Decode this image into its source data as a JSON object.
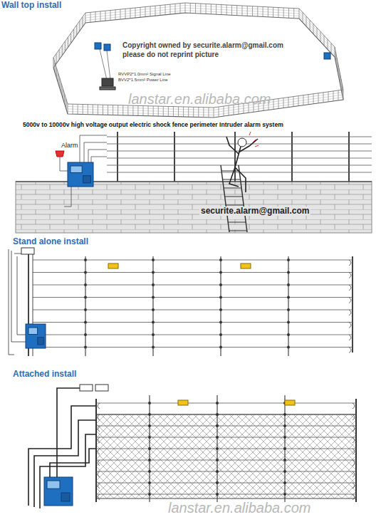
{
  "diagram": {
    "labels": [
      "Wall top install",
      "Copyright owned by securite.alarm@gmail.com",
      "please do not reprint picture",
      "RVVP2*1.0mm² Signal Line",
      "BVV2*1.5mm² Power Line",
      "lanstar.en.alibaba.com",
      "5000v to 10000v high voltage output electric shock fence perimeter Intruder alarm system",
      "Alarm",
      "securite.alarm@gmail.com",
      "Stand alone install",
      "Attached install",
      "lanstar.en.alibaba.com"
    ]
  }
}
